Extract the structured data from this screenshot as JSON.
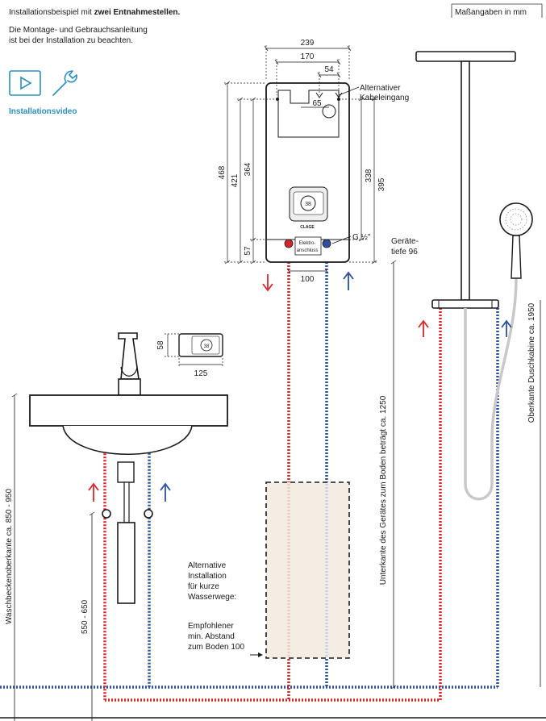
{
  "header": {
    "intro_prefix": "Installationsbeispiel mit ",
    "intro_bold": "zwei Entnahmestellen.",
    "note_line1": "Die Montage- und Gebrauchsanleitung",
    "note_line2": "ist bei der Installation zu beachten.",
    "units_label": "Maßangaben in mm"
  },
  "video": {
    "label": "Installationsvideo",
    "icon_play": "play-icon",
    "icon_tool": "wrench-icon"
  },
  "heater": {
    "alt_cable_line1": "Alternativer",
    "alt_cable_line2": "Kabeleingang",
    "brand": "CLAGE",
    "display_value": "38",
    "electro_line1": "Elektro-",
    "electro_line2": "anschluss",
    "thread": "G ½\"",
    "depth_line1": "Geräte-",
    "depth_line2": "tiefe 96"
  },
  "dimensions": {
    "width_239": "239",
    "width_170": "170",
    "width_54": "54",
    "d_65": "65",
    "h_468": "468",
    "h_421": "421",
    "h_364": "364",
    "h_57": "57",
    "h_338": "338",
    "h_395": "395",
    "spacing_100": "100",
    "remote_h": "58",
    "remote_w": "125",
    "sink_range": "550 - 650"
  },
  "vertical_labels": {
    "basin_edge": "Waschbeckenoberkante ca. 850 - 950",
    "device_bottom": "Unterkante des Gerätes zum Boden beträgt ca. 1250",
    "shower_top": "Oberkante Duschkabine ca. 1950"
  },
  "alternative": {
    "line1": "Alternative",
    "line2": "Installation",
    "line3": "für kurze",
    "line4": "Wasserwege:",
    "rec1": "Empfohlener",
    "rec2": "min. Abstand",
    "rec3": "zum Boden 100"
  },
  "colors": {
    "hot": "#d6262c",
    "cold": "#2c4f9e",
    "accent": "#2a8fbd",
    "hose": "#c8c8c8"
  }
}
